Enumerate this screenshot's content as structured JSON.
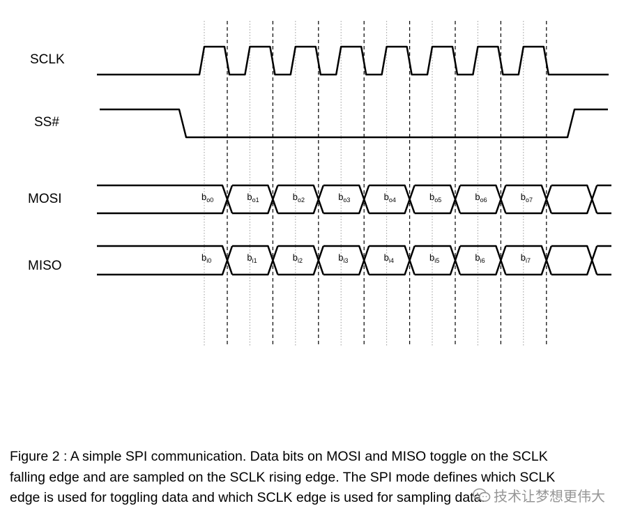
{
  "signals": {
    "sclk": "SCLK",
    "ss": "SS#",
    "mosi": "MOSI",
    "miso": "MISO"
  },
  "mosi_bits": [
    {
      "base": "b",
      "sub": "o0"
    },
    {
      "base": "b",
      "sub": "o1"
    },
    {
      "base": "b",
      "sub": "o2"
    },
    {
      "base": "b",
      "sub": "o3"
    },
    {
      "base": "b",
      "sub": "o4"
    },
    {
      "base": "b",
      "sub": "o5"
    },
    {
      "base": "b",
      "sub": "o6"
    },
    {
      "base": "b",
      "sub": "o7"
    }
  ],
  "miso_bits": [
    {
      "base": "b",
      "sub": "i0"
    },
    {
      "base": "b",
      "sub": "i1"
    },
    {
      "base": "b",
      "sub": "i2"
    },
    {
      "base": "b",
      "sub": "i3"
    },
    {
      "base": "b",
      "sub": "i4"
    },
    {
      "base": "b",
      "sub": "i5"
    },
    {
      "base": "b",
      "sub": "i6"
    },
    {
      "base": "b",
      "sub": "i7"
    }
  ],
  "caption": {
    "line1": "Figure 2 : A simple SPI communication. Data bits on MOSI and MISO toggle on the SCLK",
    "line2": "falling edge and are sampled on the SCLK rising edge. The SPI mode defines which SCLK",
    "line3": "edge is used for toggling data and which SCLK edge is used for sampling data."
  },
  "watermark": {
    "text": "技术让梦想更伟大",
    "icon": "wechat-icon"
  }
}
